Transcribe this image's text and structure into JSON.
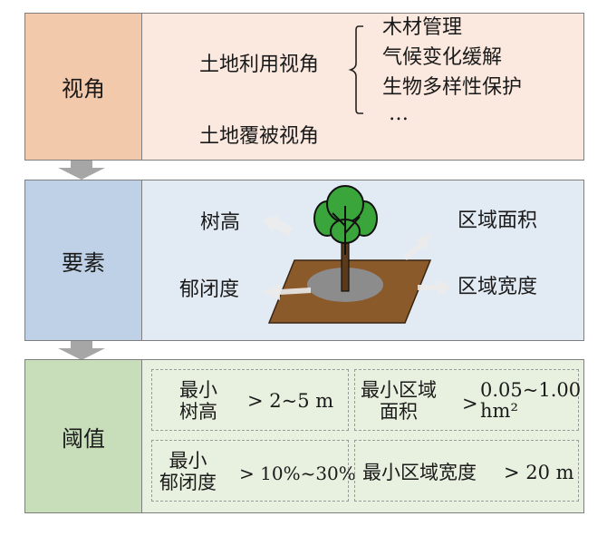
{
  "rows": {
    "perspective": {
      "label": "视角",
      "land_use": "土地利用视角",
      "functions": [
        "木材管理",
        "气候变化缓解",
        "生物多样性保护",
        "…"
      ],
      "land_cover": "土地覆被视角"
    },
    "elements": {
      "label": "要素",
      "tree_height": "树高",
      "canopy_cover": "郁闭度",
      "area": "区域面积",
      "width": "区域宽度"
    },
    "thresholds": {
      "label": "阈值",
      "min_tree_height": {
        "name_line1": "最小",
        "name_line2": "树高",
        "value": "> 2~5 m"
      },
      "min_area": {
        "name_line1": "最小区域",
        "name_line2": "面积",
        "op": ">",
        "value_line1": "0.05~1.00",
        "value_line2": "hm²"
      },
      "min_canopy_cover": {
        "name_line1": "最小",
        "name_line2": "郁闭度",
        "value": "> 10%~30%"
      },
      "min_width": {
        "name": "最小区域宽度",
        "value": "> 20 m"
      }
    }
  },
  "colors": {
    "perspective_label_bg": "#f3c9ac",
    "perspective_content_bg": "#fbe9df",
    "elements_label_bg": "#bfd1e6",
    "elements_content_bg": "#e2ebf4",
    "thresholds_label_bg": "#c8deba",
    "thresholds_content_bg": "#e8f1df",
    "border": "#7f7f7f",
    "ground": "#8b5a2b",
    "canopy": "#3aa53a",
    "trunk": "#2a2a2a"
  }
}
